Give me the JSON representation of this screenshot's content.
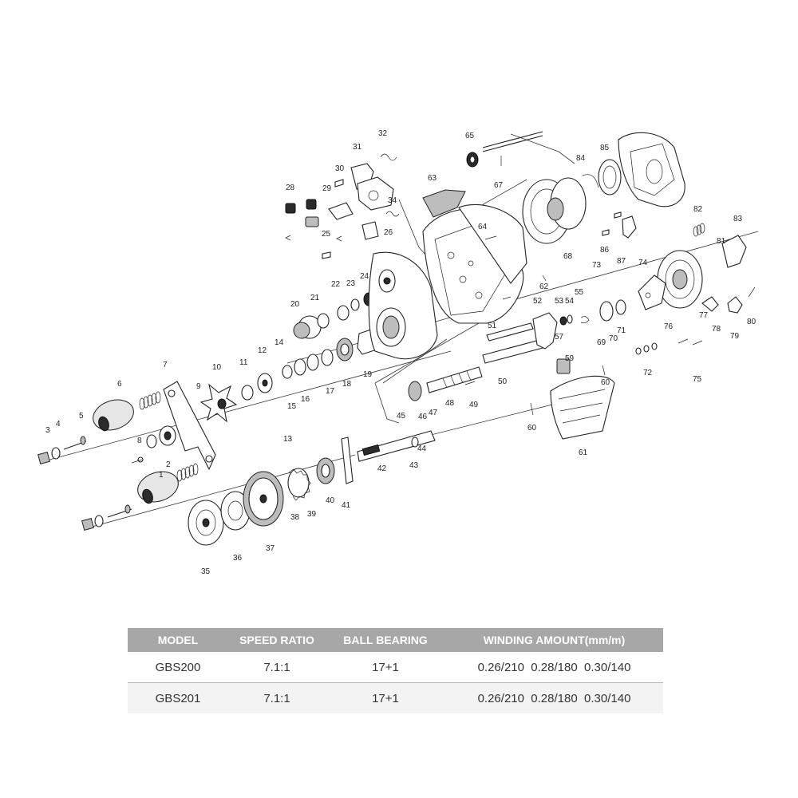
{
  "part_numbers": [
    "1",
    "2",
    "3",
    "4",
    "5",
    "6",
    "7",
    "8",
    "9",
    "10",
    "11",
    "12",
    "13",
    "14",
    "15",
    "16",
    "17",
    "18",
    "19",
    "20",
    "21",
    "22",
    "23",
    "24",
    "25",
    "26",
    "28",
    "29",
    "30",
    "31",
    "32",
    "34",
    "35",
    "36",
    "37",
    "38",
    "39",
    "40",
    "41",
    "42",
    "43",
    "44",
    "45",
    "46",
    "47",
    "48",
    "49",
    "50",
    "51",
    "52",
    "53",
    "54",
    "55",
    "57",
    "59",
    "60",
    "61",
    "62",
    "63",
    "64",
    "65",
    "67",
    "68",
    "69",
    "70",
    "71",
    "72",
    "73",
    "74",
    "75",
    "76",
    "77",
    "78",
    "79",
    "80",
    "81",
    "82",
    "83",
    "84",
    "85",
    "86",
    "87"
  ],
  "table": {
    "headers": [
      "MODEL",
      "SPEED RATIO",
      "BALL BEARING",
      "WINDING AMOUNT(mm/m)"
    ],
    "rows": [
      {
        "model": "GBS200",
        "speed_ratio": "7.1:1",
        "ball_bearing": "17+1",
        "winding_amount": "0.26/210  0.28/180  0.30/140"
      },
      {
        "model": "GBS201",
        "speed_ratio": "7.1:1",
        "ball_bearing": "17+1",
        "winding_amount": "0.26/210  0.28/180  0.30/140"
      }
    ]
  }
}
